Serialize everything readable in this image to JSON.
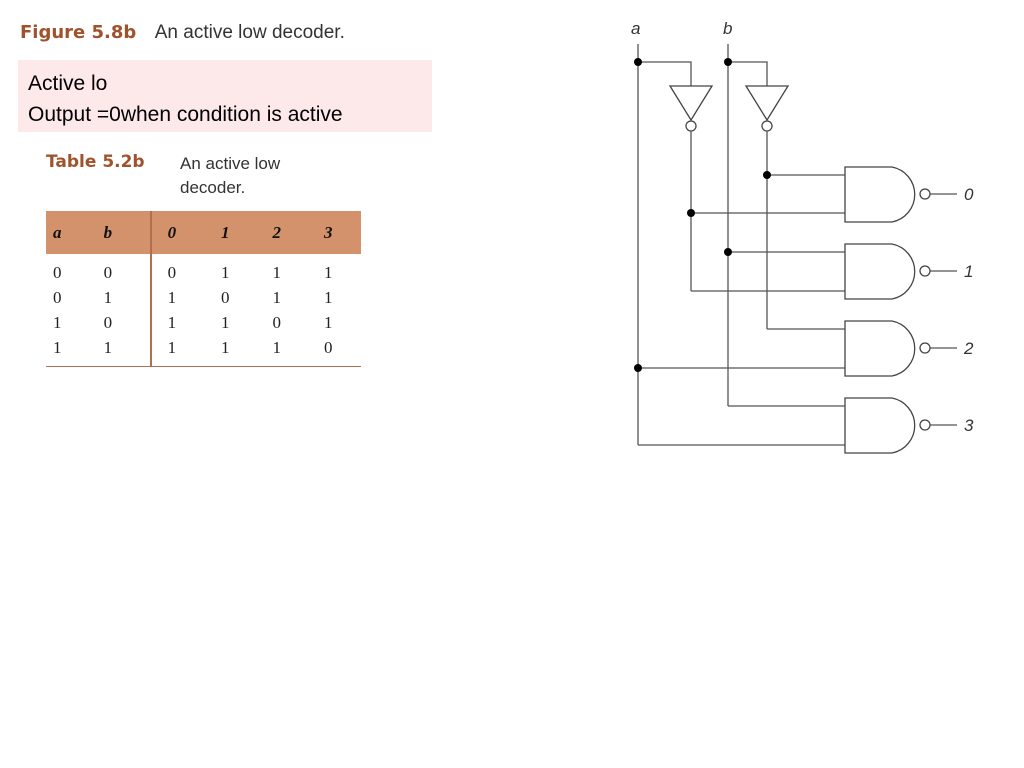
{
  "figure": {
    "label": "Figure 5.8b",
    "text": "An active low decoder."
  },
  "note": {
    "line1": "Active lo",
    "line2": "Output =0when condition is active"
  },
  "table_caption": {
    "label": "Table 5.2b",
    "text": "An active low decoder."
  },
  "truth_table": {
    "headers": [
      "a",
      "b",
      "0",
      "1",
      "2",
      "3"
    ],
    "rows": [
      [
        "0",
        "0",
        "0",
        "1",
        "1",
        "1"
      ],
      [
        "0",
        "1",
        "1",
        "0",
        "1",
        "1"
      ],
      [
        "1",
        "0",
        "1",
        "1",
        "0",
        "1"
      ],
      [
        "1",
        "1",
        "1",
        "1",
        "1",
        "0"
      ]
    ]
  },
  "circuit": {
    "inputs": [
      "a",
      "b"
    ],
    "outputs": [
      "0",
      "1",
      "2",
      "3"
    ]
  }
}
